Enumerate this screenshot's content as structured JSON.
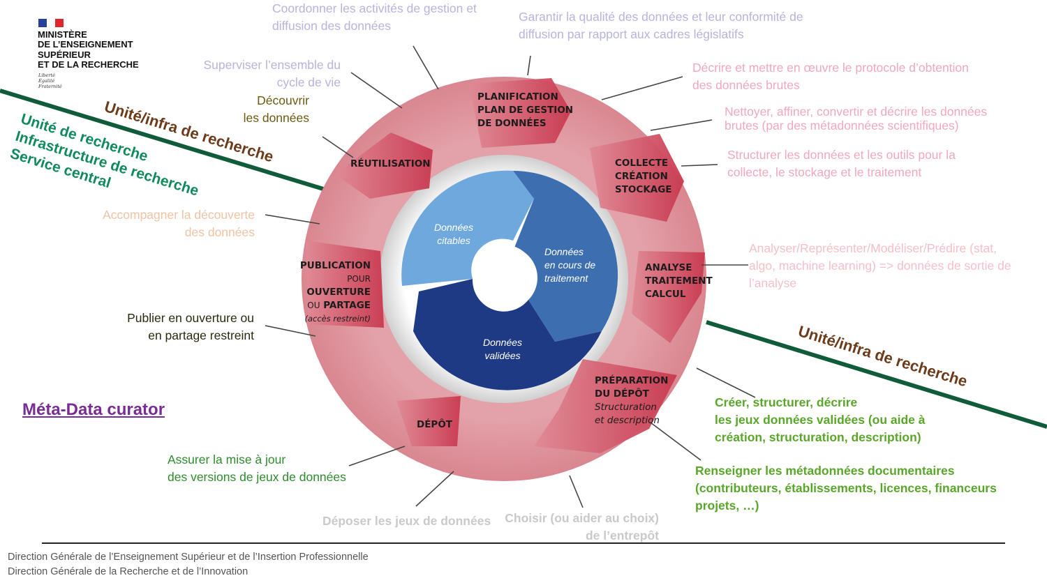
{
  "header": {
    "ministry_lines": [
      "MINISTÈRE",
      "DE L’ENSEIGNEMENT",
      "SUPÉRIEUR",
      "ET DE LA RECHERCHE"
    ],
    "motto_lines": [
      "Liberté",
      "Égalité",
      "Fraternité"
    ]
  },
  "cycle": {
    "stages": {
      "planification": [
        "PLANIFICATION",
        "PLAN DE GESTION",
        "DE DONNÉES"
      ],
      "collecte": [
        "COLLECTE",
        "CRÉATION",
        "STOCKAGE"
      ],
      "analyse": [
        "ANALYSE",
        "TRAITEMENT",
        "CALCUL"
      ],
      "preparation_title": [
        "PRÉPARATION",
        "DU DÉPÔT"
      ],
      "preparation_sub": [
        "Structuration",
        "et description"
      ],
      "depot": "DÉPÔT",
      "publication_title": "PUBLICATION",
      "publication_pour": "POUR",
      "publication_ouverture": "OUVERTURE",
      "publication_ou": "OU",
      "publication_partage": "PARTAGE",
      "publication_acces": "(accès restreint)",
      "reutilisation": "RÉUTILISATION"
    },
    "inner": {
      "citables": [
        "Données",
        "citables"
      ],
      "en_cours": [
        "Données",
        "en cours de",
        "traitement"
      ],
      "validees": [
        "Données",
        "validées"
      ]
    }
  },
  "annotations": {
    "coordonner": [
      "Coordonner les activités de gestion et",
      "diffusion des données"
    ],
    "garantir": [
      "Garantir la qualité des données et leur conformité de",
      "diffusion par rapport aux cadres législatifs"
    ],
    "superviser": [
      "Superviser l’ensemble du",
      "cycle de vie"
    ],
    "decrire": [
      "Décrire et mettre en œuvre le protocole d’obtention",
      "des données brutes"
    ],
    "decouvrir": [
      "Découvrir",
      "les données"
    ],
    "nettoyer": [
      "Nettoyer, affiner, convertir et décrire les données",
      "brutes (par des métadonnées scientifiques)"
    ],
    "structurer": [
      "Structurer les données et les outils pour la",
      "collecte, le stockage et le traitement"
    ],
    "accompagner": [
      "Accompagner la découverte",
      "des données"
    ],
    "analyser": [
      "Analyser/Représenter/Modéliser/Prédire (stat,",
      "algo, machine learning) => données de sortie de",
      "l’analyse"
    ],
    "publier": [
      "Publier en ouverture ou",
      "en partage restreint"
    ],
    "creer": [
      "Créer, structurer, décrire",
      "les jeux données validées (ou aide à",
      "création, structuration, description)"
    ],
    "renseigner": [
      "Renseigner les métadonnées documentaires",
      "(contributeurs, établissements, licences, financeurs",
      "projets, …)"
    ],
    "assurer": [
      "Assurer la mise à jour",
      "des versions de jeux de données"
    ],
    "deposer": "Déposer les jeux de données",
    "choisir": [
      "Choisir (ou aider au choix)",
      "de l’entrepôt"
    ]
  },
  "zones": {
    "unite_top": "Unité/infra  de recherche",
    "unite_bottom": "Unité/infra  de recherche",
    "left_green": [
      "Unité de recherche",
      "Infrastructure de recherche",
      "Service central"
    ]
  },
  "role": "Méta-Data curator",
  "footer": [
    "Direction Générale de l’Enseignement Supérieur et de l’Insertion Professionnelle",
    "Direction Générale de la Recherche et de l’Innovation"
  ],
  "colors": {
    "ring": "#dc8e97",
    "arrow": "#cf5a6b",
    "inner_light": "#6fa8dc",
    "inner_mid": "#3d6fb0",
    "inner_dark": "#1f3a85",
    "divider": "#0f5b3a"
  }
}
